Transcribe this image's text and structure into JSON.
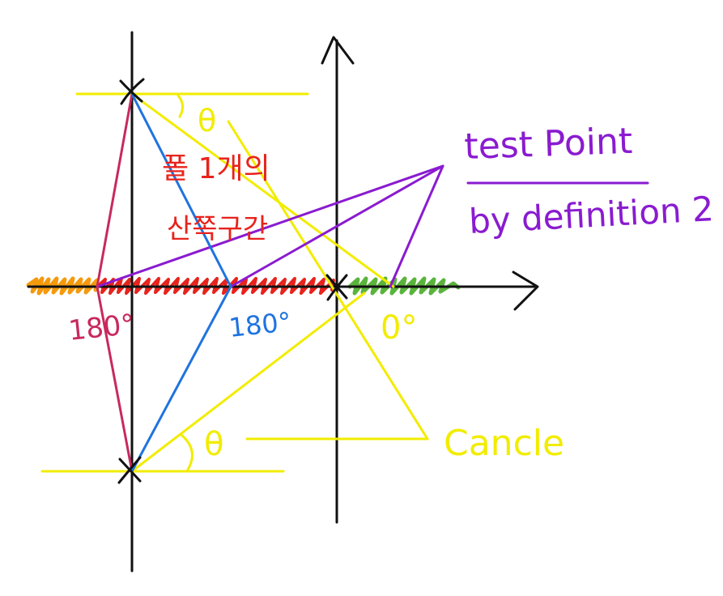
{
  "colors": {
    "axis": "#111111",
    "yellow": "#f2ec00",
    "purple": "#8a1bd0",
    "red": "#e8231c",
    "blue": "#1f73e0",
    "pink": "#c8295f",
    "orange": "#f59a0c",
    "green": "#5ab43c"
  },
  "labels": {
    "test_point": "test Point",
    "by_definition": "by definition 2",
    "korean_line1": "폴 1개의",
    "korean_line2": "산쪽구간",
    "angle_180_pink": "180°",
    "angle_180_blue": "180°",
    "angle_0": "0°",
    "theta_top": "θ",
    "theta_bottom": "θ",
    "cancel": "Cancle"
  },
  "icons": {
    "pole_top": "x-mark",
    "pole_bottom": "x-mark",
    "pole_origin": "x-mark"
  }
}
